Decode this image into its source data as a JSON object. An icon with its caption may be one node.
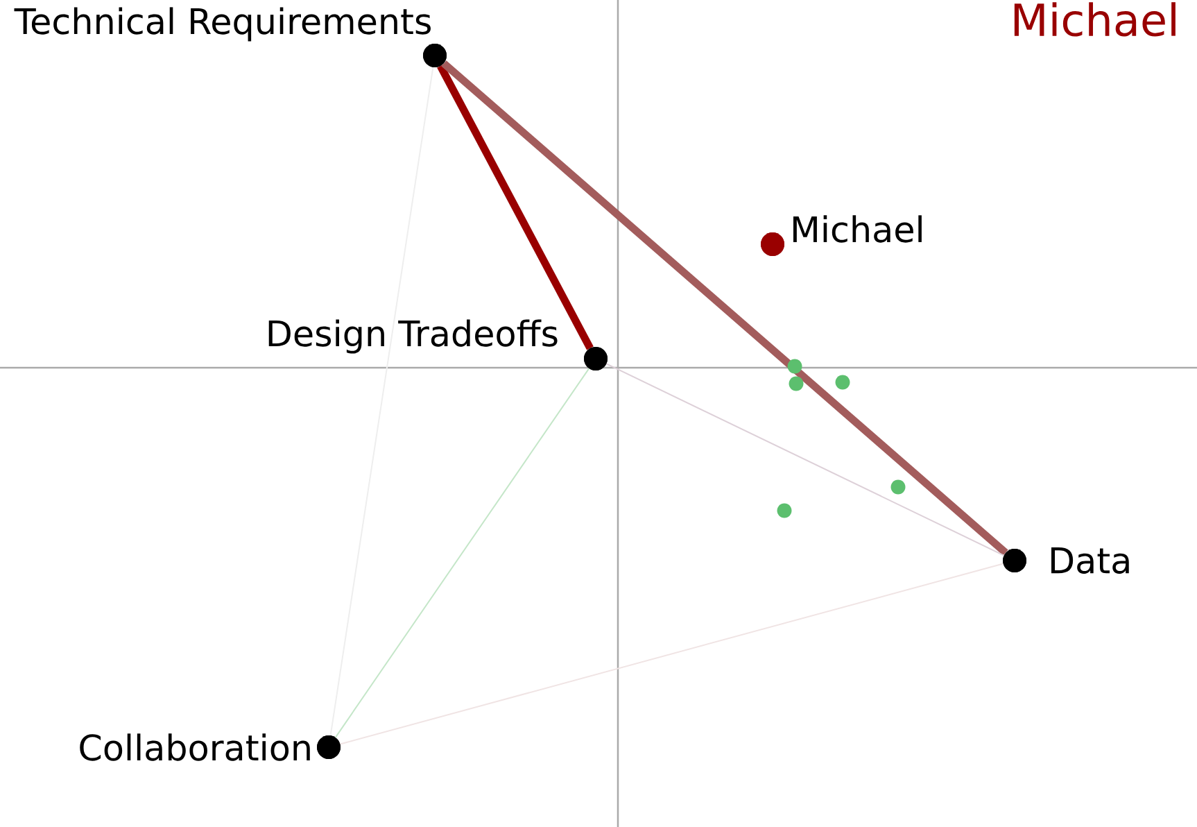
{
  "diagram": {
    "title": "Michael",
    "nodes": [
      {
        "text": [
          "Technical Requirements"
        ]
      },
      {
        "text": [
          "Michael"
        ]
      },
      {
        "text": [
          "Design Tradeoffs"
        ]
      },
      {
        "text": [
          "Data"
        ]
      },
      {
        "text": [
          "Collaboration"
        ]
      }
    ],
    "edges": [
      {
        "from": 0,
        "to": 2,
        "arrow": "none",
        "style": "thick",
        "color": "#990000"
      },
      {
        "from": 0,
        "to": 3,
        "arrow": "none",
        "style": "thick",
        "color": "#a35c5c"
      },
      {
        "from": 0,
        "to": 4,
        "arrow": "none",
        "color": "#eeeeee"
      },
      {
        "from": 2,
        "to": 3,
        "arrow": "none",
        "color": "#ddd0d8"
      },
      {
        "from": 2,
        "to": 4,
        "arrow": "none",
        "color": "#c4e6c8"
      },
      {
        "from": 4,
        "to": 3,
        "arrow": "none",
        "color": "#f0e4e4"
      }
    ]
  }
}
